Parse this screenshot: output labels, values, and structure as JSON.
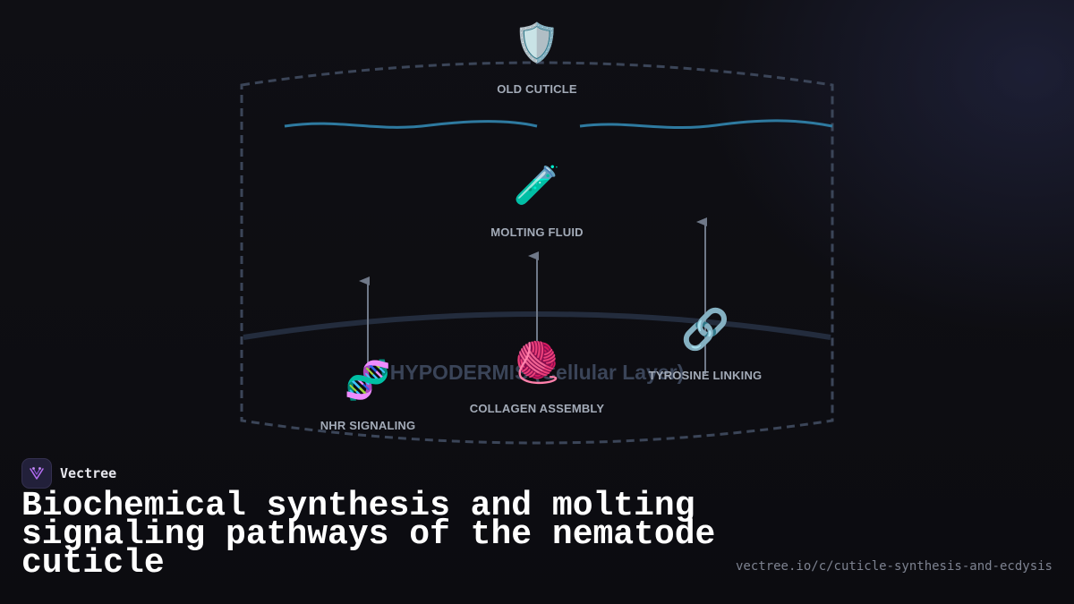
{
  "diagram": {
    "nodes": [
      {
        "id": "old-cuticle",
        "label": "OLD CUTICLE",
        "icon": "🛡️",
        "icon_name": "shield-icon"
      },
      {
        "id": "molting-fluid",
        "label": "MOLTING FLUID",
        "icon": "🧪",
        "icon_name": "test-tube-icon"
      },
      {
        "id": "nhr-signaling",
        "label": "NHR SIGNALING",
        "icon": "🧬",
        "icon_name": "dna-icon"
      },
      {
        "id": "collagen-assembly",
        "label": "COLLAGEN ASSEMBLY",
        "icon": "🧶",
        "icon_name": "yarn-ball-icon"
      },
      {
        "id": "tyrosine-linking",
        "label": "TYROSINE LINKING",
        "icon": "🔗",
        "icon_name": "link-icon"
      }
    ],
    "region_label": "HYPODERMIS (Cellular Layer)",
    "edges": [
      {
        "from": "nhr-signaling",
        "direction": "up"
      },
      {
        "from": "collagen-assembly",
        "to": "molting-fluid"
      },
      {
        "from": "tyrosine-linking",
        "direction": "up"
      }
    ],
    "colors": {
      "boundary": "#3b4558",
      "cuticle_line": "#2e7aa0",
      "hypodermis_curve": "#232c3d",
      "arrow": "#6f7888",
      "label": "#a3abb8"
    }
  },
  "brand": {
    "name": "Vectree",
    "logo_icon": "vectree-logo-icon",
    "accent": "#b36cf0"
  },
  "title": "Biochemical synthesis and molting signaling pathways of the nematode cuticle",
  "url": "vectree.io/c/cuticle-synthesis-and-ecdysis"
}
